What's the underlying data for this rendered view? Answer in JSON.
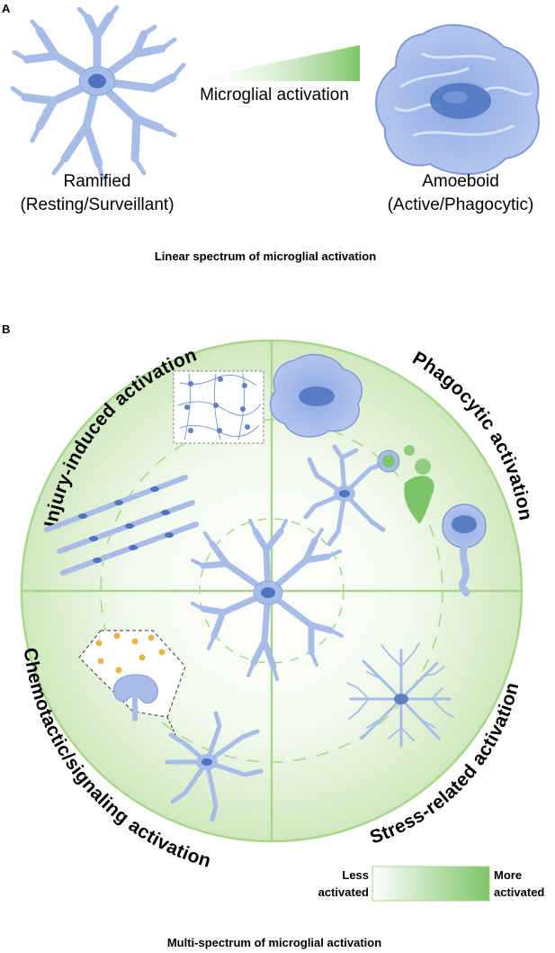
{
  "panel_a": {
    "letter": "A",
    "left_cell": {
      "line1": "Ramified",
      "line2": "(Resting/Surveillant)"
    },
    "right_cell": {
      "line1": "Amoeboid",
      "line2": "(Active/Phagocytic)"
    },
    "gradient_label": "Microglial activation",
    "caption": "Linear spectrum of microglial activation",
    "gradient_color": "#7cc567"
  },
  "panel_b": {
    "letter": "B",
    "quadrants": {
      "top_left": "Injury-induced activation",
      "top_right": "Phagocytic activation",
      "bottom_left": "Chemotactic/signaling activation",
      "bottom_right": "Stress-related activation"
    },
    "legend": {
      "less_line1": "Less",
      "less_line2": "activated",
      "more_line1": "More",
      "more_line2": "activated"
    },
    "caption": "Multi-spectrum of microglial activation",
    "circle_fill": "#d3ebc2",
    "circle_stroke": "#a7d78c"
  },
  "colors": {
    "cell_light": "#a7bde8",
    "cell_stroke": "#5f80c2",
    "nucleus": "#4d74c0",
    "vesicle_green": "#7cc567",
    "signal_dot": "#e8b44a"
  }
}
